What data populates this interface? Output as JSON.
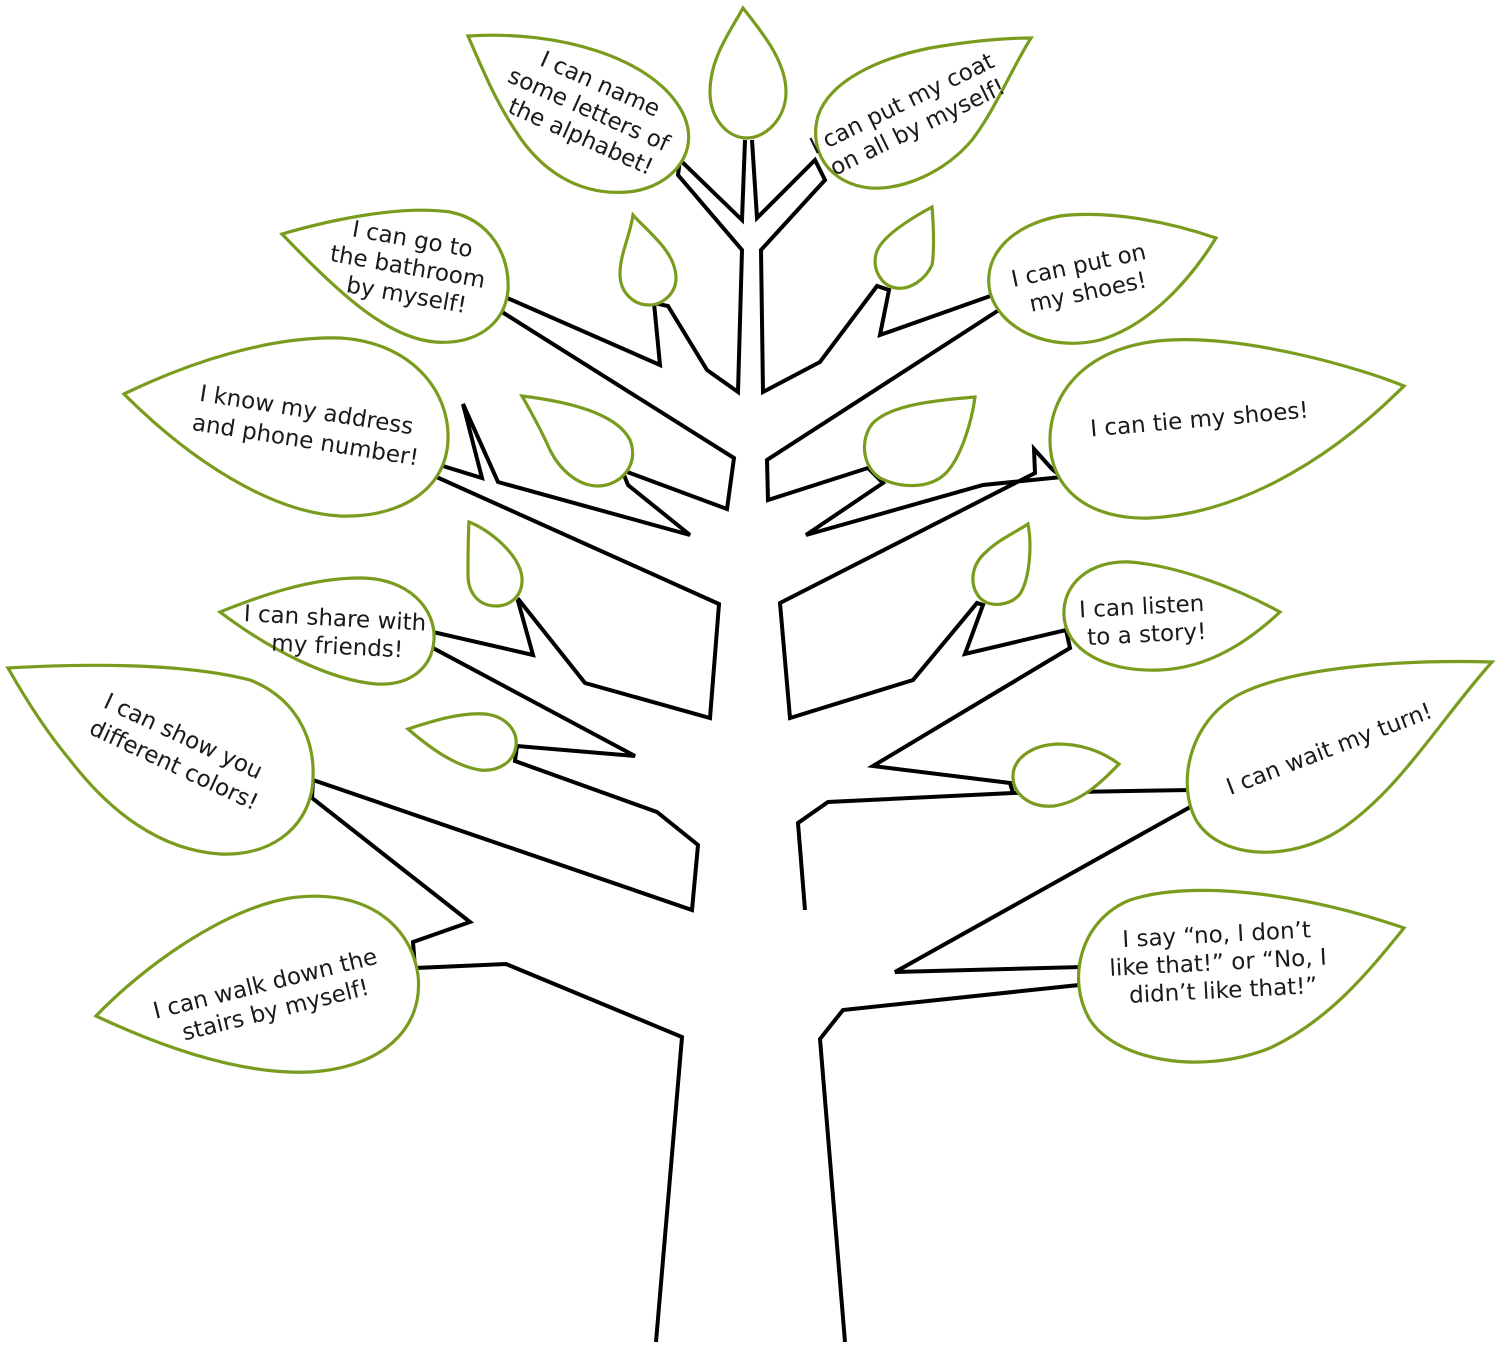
{
  "colors": {
    "leaf_outline": "#7a9c1e",
    "branch": "#000000",
    "background": "#ffffff"
  },
  "leaves": [
    {
      "id": "alphabet",
      "lines": [
        "I  can name",
        "some letters of",
        "the alphabet!"
      ]
    },
    {
      "id": "coat",
      "lines": [
        "I can put my coat",
        "on all by myself!"
      ]
    },
    {
      "id": "bathroom",
      "lines": [
        "I can go to",
        "the bathroom",
        "by myself!"
      ]
    },
    {
      "id": "put-on-shoes",
      "lines": [
        "I can put on",
        "my shoes!"
      ]
    },
    {
      "id": "address",
      "lines": [
        "I know my address",
        "and phone number!"
      ]
    },
    {
      "id": "tie-shoes",
      "lines": [
        "I can tie my shoes!"
      ]
    },
    {
      "id": "share",
      "lines": [
        "I can share with",
        "my friends!"
      ]
    },
    {
      "id": "listen",
      "lines": [
        "I can listen",
        "to a story!"
      ]
    },
    {
      "id": "colors",
      "lines": [
        "I can show you",
        "different colors!"
      ]
    },
    {
      "id": "wait",
      "lines": [
        "I can wait my turn!"
      ]
    },
    {
      "id": "stairs",
      "lines": [
        "I can walk down the",
        "stairs by myself!"
      ]
    },
    {
      "id": "say-no",
      "lines": [
        "I  say “no, I don’t",
        "like that!” or “No, I",
        "didn’t like that!”"
      ]
    }
  ]
}
